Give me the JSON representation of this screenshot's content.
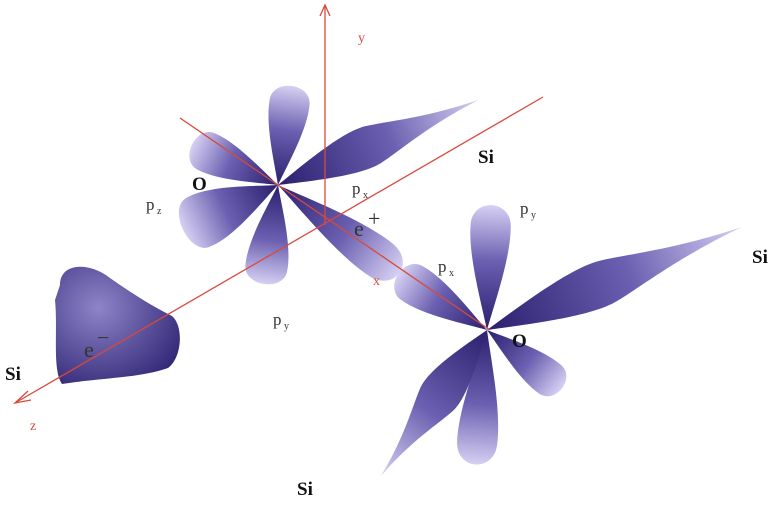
{
  "axes": {
    "x": "x",
    "y": "y",
    "z": "z"
  },
  "atoms": {
    "oxygen_left": "O",
    "oxygen_right": "O",
    "silicon_top": "Si",
    "silicon_right": "Si",
    "silicon_left": "Si",
    "silicon_bottom": "Si"
  },
  "orbitals": {
    "pz_left": {
      "base": "p",
      "sub": "z"
    },
    "py_left": {
      "base": "p",
      "sub": "y"
    },
    "px_left": {
      "base": "p",
      "sub": "x"
    },
    "py_right": {
      "base": "p",
      "sub": "y"
    },
    "px_right": {
      "base": "p",
      "sub": "x"
    }
  },
  "charges": {
    "positive": {
      "base": "e",
      "sign": "+"
    },
    "negative": {
      "base": "e",
      "sign": "−"
    }
  },
  "colors": {
    "lobe_dark": "#2b1f6e",
    "lobe_light": "#cfc8f0",
    "axis": "#d84a3c"
  }
}
